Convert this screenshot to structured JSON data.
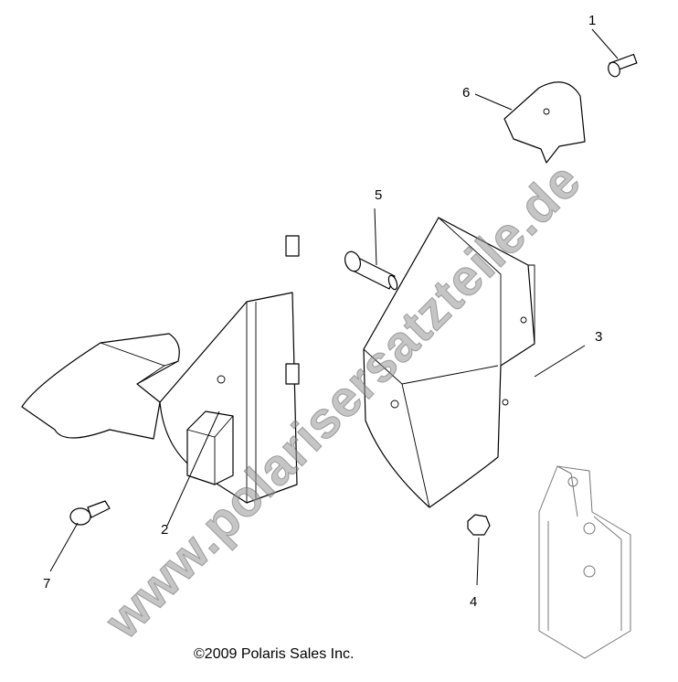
{
  "diagram": {
    "callouts": [
      {
        "label": "1"
      },
      {
        "label": "2"
      },
      {
        "label": "3"
      },
      {
        "label": "4"
      },
      {
        "label": "5"
      },
      {
        "label": "6"
      },
      {
        "label": "7"
      }
    ],
    "copyright": "©2009 Polaris Sales Inc.",
    "watermark": "www.polarisersatzteile.de"
  }
}
